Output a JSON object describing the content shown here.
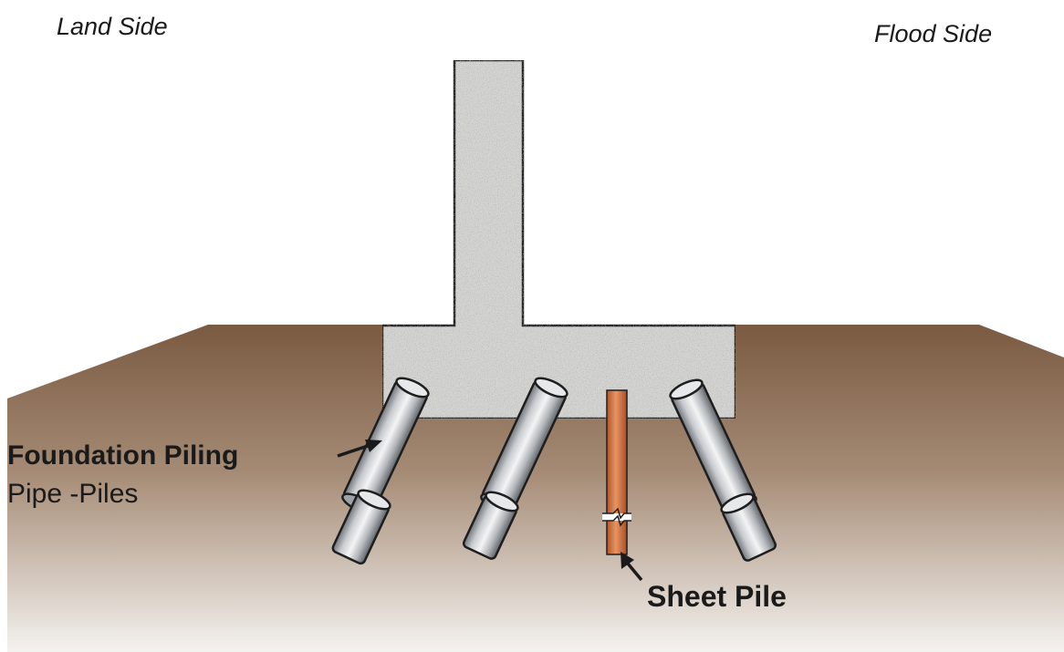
{
  "labels": {
    "land_side": "Land Side",
    "flood_side": "Flood Side",
    "foundation_piling": "Foundation Piling",
    "pipe_piles": "Pipe -Piles",
    "sheet_pile": "Sheet Pile"
  },
  "colors": {
    "soil_top": "#7a5a41",
    "soil_bottom": "#f4f2ef",
    "concrete": "#d4d4d2",
    "pipe_pile": "#b8bcc0",
    "sheet_pile": "#d4733f",
    "outline": "#1e1e1e"
  },
  "elements": [
    "concrete-t-wall",
    "pipe-pile",
    "sheet-pile",
    "soil-ground"
  ]
}
